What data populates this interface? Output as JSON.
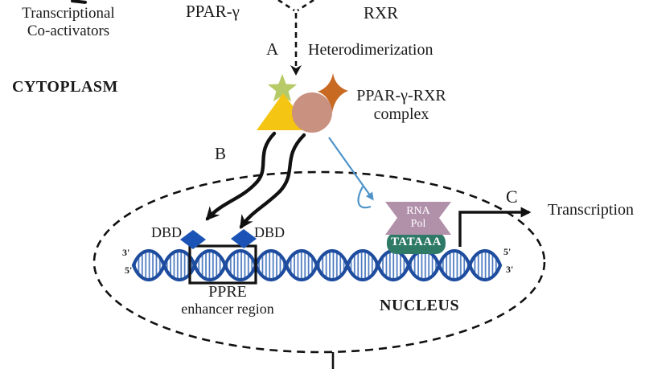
{
  "diagram_title": "PPAR-gamma / RXR heterodimerization and transcription activation",
  "colors": {
    "dna_blue": "#1e4c9e",
    "dna_rung": "#4a78bf",
    "diamond_blue": "#1a53b5",
    "rna_pol_mauve": "#b190aa",
    "tata_teal": "#2e7a67",
    "star_green": "#b6ca68",
    "triangle_yellow": "#f5c513",
    "circle_salmon": "#c9917f",
    "star_orange": "#c96a23",
    "arrow_blue": "#4e93c8",
    "ink": "#111111"
  },
  "cytoplasm": {
    "coactivators_line1": "Transcriptional",
    "coactivators_line2": "Co-activators",
    "ppar_label": "PPAR-γ",
    "rxr_label": "RXR",
    "step_a": "A",
    "heterodimerization": "Heterodimerization",
    "region_label": "CYTOPLASM",
    "complex_line1": "PPAR-γ-RXR",
    "complex_line2": "complex",
    "step_b": "B"
  },
  "nucleus": {
    "region_label": "NUCLEUS",
    "dbd_left": "DBD",
    "dbd_right": "DBD",
    "dna_left_top": "3'",
    "dna_left_bottom": "5'",
    "dna_right_top": "5'",
    "dna_right_bottom": "3'",
    "ppre": "PPRE",
    "enhancer": "enhancer region",
    "rna_pol_line1": "RNA",
    "rna_pol_line2": "Pol",
    "tata_box": "TATAAA",
    "step_c": "C",
    "transcription": "Transcription"
  }
}
